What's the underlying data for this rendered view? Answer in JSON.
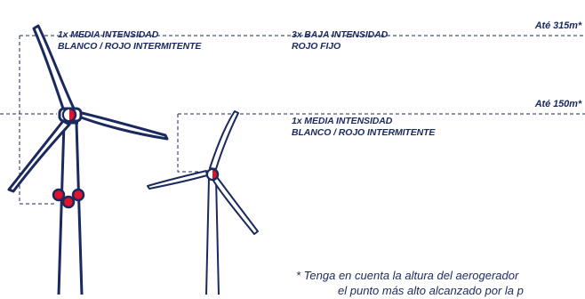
{
  "height_markers": {
    "top": "Até 315m*",
    "middle": "Até 150m*"
  },
  "lights": {
    "tall_turbine_medium": {
      "line1": "1x MEDIA INTENSIDAD",
      "line2": "BLANCO / ROJO INTERMITENTE"
    },
    "tall_turbine_low": {
      "line1": "3x BAJA INTENSIDAD",
      "line2": "ROJO FIJO"
    },
    "short_turbine_medium": {
      "line1": "1x MEDIA INTENSIDAD",
      "line2": "BLANCO / ROJO INTERMITENTE"
    }
  },
  "footnote": {
    "line1": "* Tenga en cuenta la altura del aerogerador",
    "line2": "el punto más alto alcanzado por la p"
  },
  "colors": {
    "navy": "#1b2a5e",
    "red_light": "#e3122b",
    "white": "#ffffff"
  }
}
